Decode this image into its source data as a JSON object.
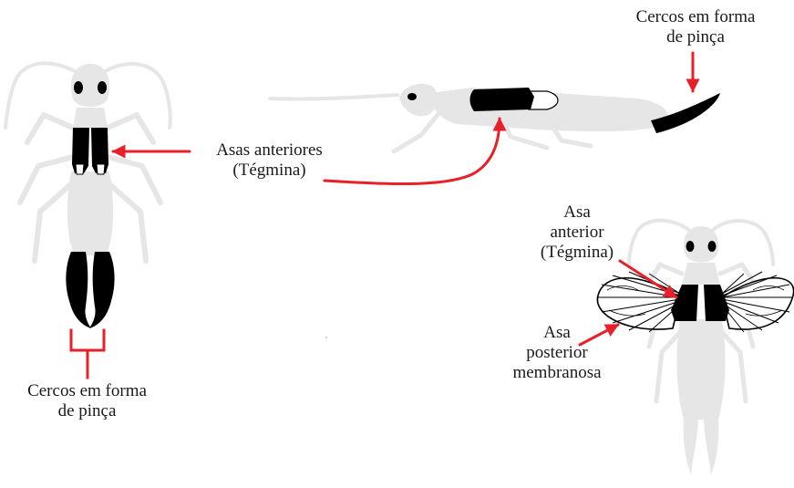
{
  "labels": {
    "cercos_left": {
      "line1": "Cercos em forma",
      "line2": "de pinça"
    },
    "cercos_right": {
      "line1": "Cercos em forma",
      "line2": "de pinça"
    },
    "asas_anteriores": {
      "line1": "Asas anteriores",
      "line2": "(Tégmina)"
    },
    "asa_anterior": {
      "line1": "Asa",
      "line2": "anterior",
      "line3": "(Tégmina)"
    },
    "asa_posterior": {
      "line1": "Asa",
      "line2": "posterior",
      "line3": "membranosa"
    }
  },
  "colors": {
    "body": "#e6e6e6",
    "highlight": "#000000",
    "arrow": "#e8202a",
    "text": "#1a1a1a"
  }
}
